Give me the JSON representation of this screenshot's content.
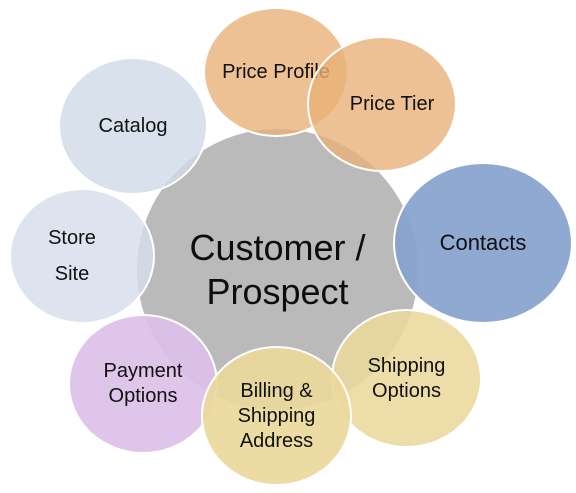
{
  "diagram": {
    "center": {
      "label": "Customer /\nProspect",
      "color": "#A6A6A6"
    },
    "satellites": [
      {
        "id": "catalog",
        "label": "Catalog",
        "color": "#D0DAE8"
      },
      {
        "id": "price-profile",
        "label": "Price Profile",
        "color": "#E9B278"
      },
      {
        "id": "price-tier",
        "label": "Price Tier",
        "color": "#E9B278"
      },
      {
        "id": "contacts",
        "label": "Contacts",
        "color": "#86A2CD"
      },
      {
        "id": "store-site",
        "label": "Store\nSite",
        "color": "#D6DEEB"
      },
      {
        "id": "shipping-options",
        "label": "Shipping\nOptions",
        "color": "#EBD89C"
      },
      {
        "id": "payment-options",
        "label": "Payment\nOptions",
        "color": "#DCC0E8"
      },
      {
        "id": "billing-shipping-address",
        "label": "Billing &\nShipping\nAddress",
        "color": "#EBD89C"
      }
    ]
  }
}
